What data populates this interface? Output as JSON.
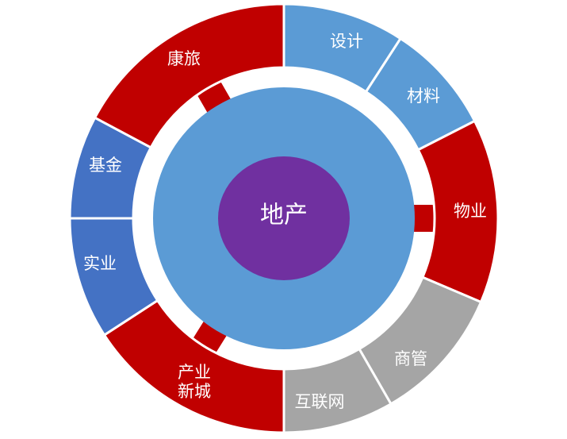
{
  "core": {
    "label": "地产",
    "color": "#7030A0"
  },
  "hub": {
    "color": "#5B9BD5"
  },
  "segments": [
    {
      "label": "设计",
      "color": "#5B9BD5",
      "connector": false
    },
    {
      "label": "材料",
      "color": "#5B9BD5",
      "connector": false
    },
    {
      "label": "物业",
      "color": "#C00000",
      "connector": true
    },
    {
      "label": "商管",
      "color": "#A5A5A5",
      "connector": false
    },
    {
      "label": "互联网",
      "color": "#A5A5A5",
      "connector": false
    },
    {
      "label_lines": [
        "产业",
        "新城"
      ],
      "color": "#C00000",
      "connector": true
    },
    {
      "label": "实业",
      "color": "#4472C4",
      "connector": false
    },
    {
      "label": "基金",
      "color": "#4472C4",
      "connector": false
    },
    {
      "label": "康旅",
      "color": "#C00000",
      "connector": true
    }
  ]
}
